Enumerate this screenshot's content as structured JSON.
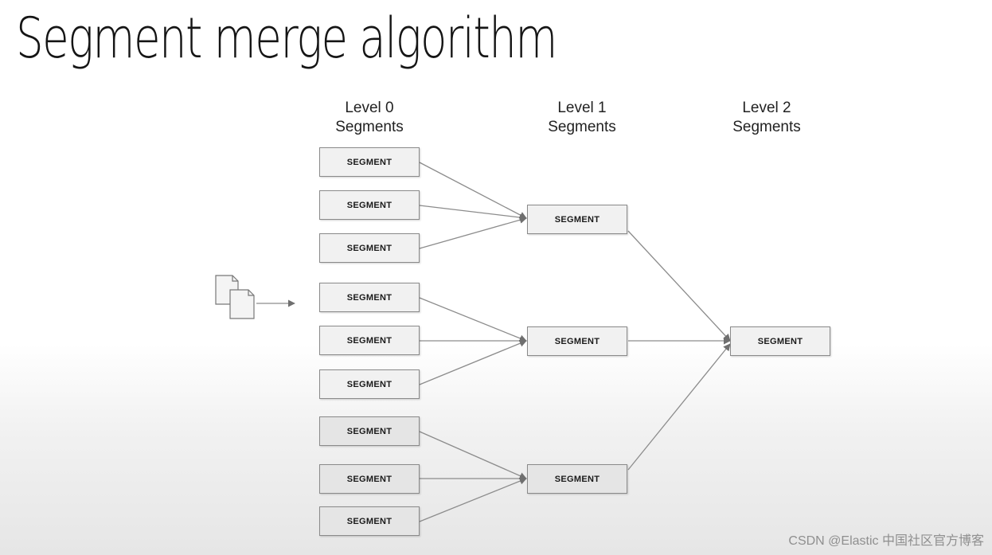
{
  "title": "Segment merge algorithm",
  "levels": [
    {
      "line1": "Level 0",
      "line2": "Segments"
    },
    {
      "line1": "Level 1",
      "line2": "Segments"
    },
    {
      "line1": "Level 2",
      "line2": "Segments"
    }
  ],
  "segment_label": "SEGMENT",
  "level0_segments": [
    "SEGMENT",
    "SEGMENT",
    "SEGMENT",
    "SEGMENT",
    "SEGMENT",
    "SEGMENT",
    "SEGMENT",
    "SEGMENT",
    "SEGMENT"
  ],
  "level1_segments": [
    "SEGMENT",
    "SEGMENT",
    "SEGMENT"
  ],
  "level2_segments": [
    "SEGMENT"
  ],
  "icons": {
    "documents": "documents-icon"
  },
  "colors": {
    "box_fill": "#f1f1f1",
    "box_border": "#8a8a8a",
    "arrow": "#8c8c8c"
  },
  "watermark": "CSDN @Elastic 中国社区官方博客"
}
